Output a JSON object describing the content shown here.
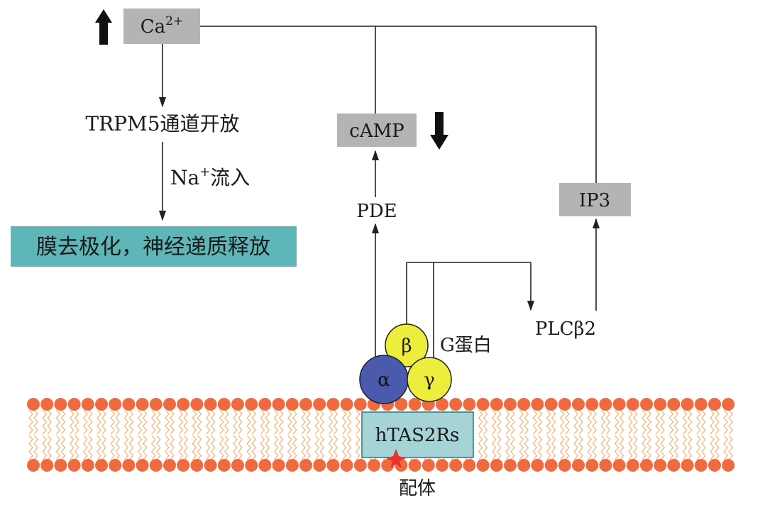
{
  "nodes": {
    "ca": {
      "base": "Ca",
      "sup": "2+"
    },
    "trpm5": "TRPM5通道开放",
    "na": {
      "base": "Na",
      "sup": "+",
      "rest": "流入"
    },
    "depolarization": "膜去极化，神经递质释放",
    "camp": "cAMP",
    "pde": "PDE",
    "ip3": "IP3",
    "plc": "PLCβ2",
    "g_protein_label": "G蛋白",
    "alpha": "α",
    "beta": "β",
    "gamma": "γ",
    "receptor": "hTAS2Rs",
    "ligand": "配体"
  },
  "indicators": {
    "ca_level": "up",
    "camp_level": "down"
  },
  "colors": {
    "box_gray": "#b4b4b4",
    "box_teal": "#5fb6b8",
    "receptor_fill": "#a5d3d6",
    "alpha_fill": "#4a5aad",
    "subunit_yellow": "#eded3e",
    "lipid_head": "#f06a40",
    "lipid_tail": "#f7b57a",
    "ligand_red": "#e8322a"
  }
}
